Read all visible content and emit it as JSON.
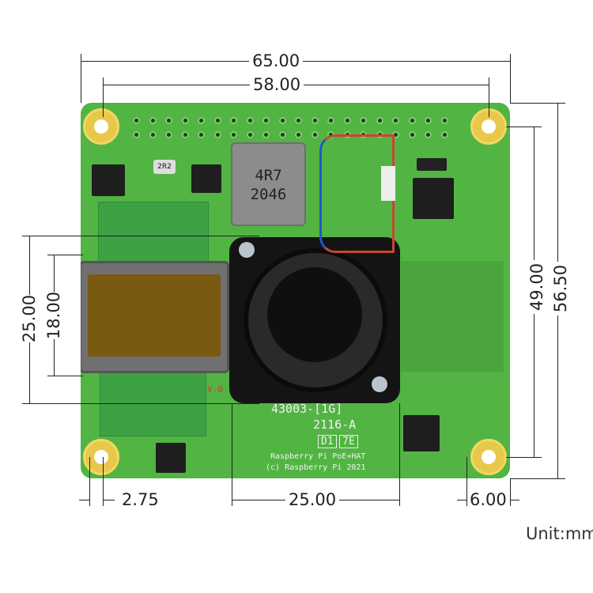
{
  "dimensions": {
    "overall_width": "65.00",
    "hole_spacing_x": "58.00",
    "overall_height": "56.50",
    "hole_spacing_y": "49.00",
    "transformer_outer": "25.00",
    "transformer_inner": "18.00",
    "hole_offset_left": "2.75",
    "fan_width": "25.00",
    "right_offset": "6.00"
  },
  "unit_label": "Unit:mm",
  "board": {
    "inductor_line1": "4R7",
    "inductor_line2": "2046",
    "resistor_label": "2R2",
    "part_number": "43003-[1G]",
    "revision": "2116-A",
    "date_code_1": "D1",
    "date_code_2": "7E",
    "product_name": "Raspberry Pi PoE+HAT",
    "copyright": "(c) Raspberry Pi 2021",
    "marking": "V-0"
  },
  "colors": {
    "pcb": "#52b443",
    "mounting_hole": "#e8c84a",
    "fan": "#141414",
    "transformer_core": "#7a5a10"
  }
}
